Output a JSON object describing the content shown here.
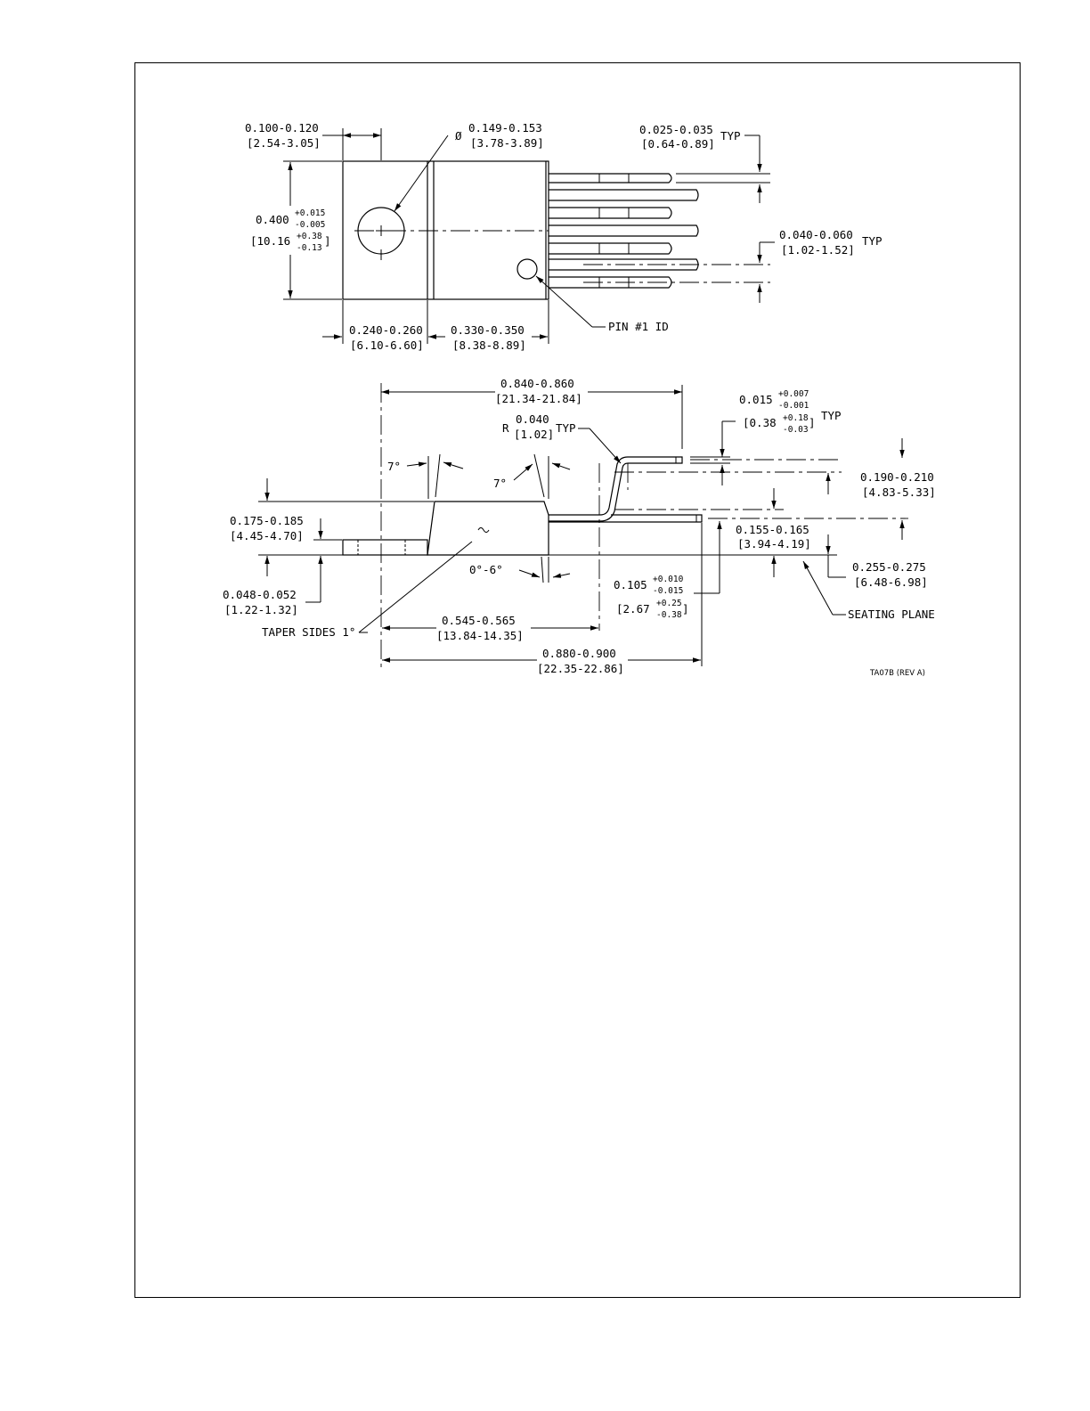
{
  "drawing": {
    "ref": "TA07B (REV A)",
    "top_view": {
      "tab_width": [
        "0.100-0.120",
        "[2.54-3.05]"
      ],
      "hole_diameter": {
        "symbol": "Ø",
        "in": "0.149-0.153",
        "mm": "[3.78-3.89]"
      },
      "lead_width": {
        "in": "0.025-0.035",
        "mm": "[0.64-0.89]",
        "suffix": "TYP"
      },
      "height": {
        "base_in": "0.400",
        "in_plus": "+0.015",
        "in_minus": "-0.005",
        "base_mm": "[10.16",
        "mm_plus": "+0.38",
        "mm_minus": "-0.13",
        "close": "]"
      },
      "lead_pitch": {
        "in": "0.040-0.060",
        "mm": "[1.02-1.52]",
        "suffix": "TYP"
      },
      "tab_length": [
        "0.240-0.260",
        "[6.10-6.60]"
      ],
      "body_length": [
        "0.330-0.350",
        "[8.38-8.89]"
      ],
      "pin1": "PIN #1 ID"
    },
    "side_view": {
      "overall_top": [
        "0.840-0.860",
        "[21.34-21.84]"
      ],
      "lead_thickness": {
        "base_in": "0.015",
        "in_plus": "+0.007",
        "in_minus": "-0.001",
        "open": "[0.38",
        "mm_plus": "+0.18",
        "mm_minus": "-0.03",
        "close": "]",
        "suffix": "TYP"
      },
      "bend_radius": {
        "r": "R",
        "in": "0.040",
        "mm": "[1.02]",
        "suffix": "TYP"
      },
      "angle_left": "7°",
      "angle_right": "7°",
      "angle_bottom": "0°-6°",
      "upper_lead_height": [
        "0.190-0.210",
        "[4.83-5.33]"
      ],
      "body_height": [
        "0.175-0.185",
        "[4.45-4.70]"
      ],
      "lower_lead_height": [
        "0.155-0.165",
        "[3.94-4.19]"
      ],
      "tab_thickness": [
        "0.048-0.052",
        "[1.22-1.32]"
      ],
      "lead_span": [
        "0.255-0.275",
        "[6.48-6.98]"
      ],
      "lead_offset": {
        "base_in": "0.105",
        "in_plus": "+0.010",
        "in_minus": "-0.015",
        "open": "[2.67",
        "mm_plus": "+0.25",
        "mm_minus": "-0.38",
        "close": "]"
      },
      "seating_plane": "SEATING PLANE",
      "taper": "TAPER SIDES 1°",
      "to_bend": [
        "0.545-0.565",
        "[13.84-14.35]"
      ],
      "overall_bottom": [
        "0.880-0.900",
        "[22.35-22.86]"
      ]
    }
  }
}
